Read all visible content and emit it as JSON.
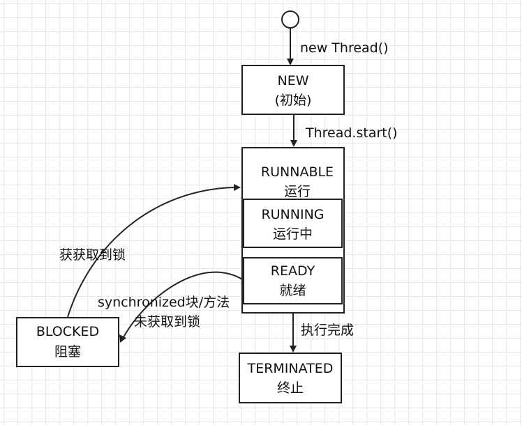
{
  "diagram": {
    "states": {
      "new": {
        "name": "NEW",
        "sub": "(初始)"
      },
      "runnable": {
        "name": "RUNNABLE",
        "sub": "运行"
      },
      "running": {
        "name": "RUNNING",
        "sub": "运行中"
      },
      "ready": {
        "name": "READY",
        "sub": "就绪"
      },
      "blocked": {
        "name": "BLOCKED",
        "sub": "阻塞"
      },
      "terminated": {
        "name": "TERMINATED",
        "sub": "终止"
      }
    },
    "transitions": {
      "create": "new Thread()",
      "start": "Thread.start()",
      "acquire_lock": "获获取到锁",
      "sync_line1": "synchronized块/方法",
      "sync_line2": "未获取到锁",
      "finish": "执行完成"
    },
    "colors": {
      "stroke": "#222222",
      "grid": "#e9e9e9",
      "background": "#ffffff"
    }
  }
}
